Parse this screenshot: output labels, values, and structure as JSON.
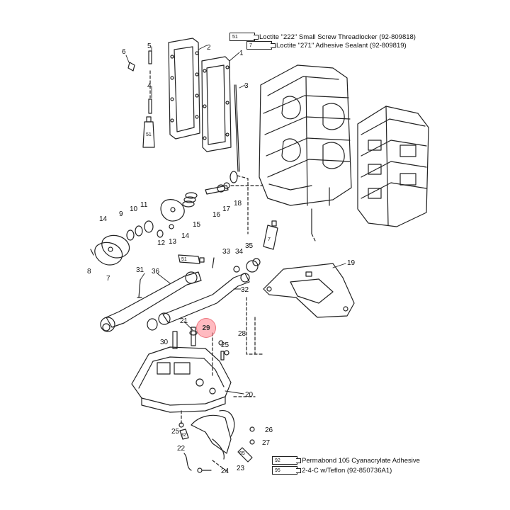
{
  "legend_top": [
    {
      "code": "51",
      "text": "Loctite \"222\" Small Screw Threadlocker  (92-809818)"
    },
    {
      "code": "7",
      "text": "Loctite \"271\" Adhesive Sealant  (92-809819)"
    }
  ],
  "legend_bottom": [
    {
      "code": "92",
      "text": "Permabond  105 Cyanacrylate Adhesive"
    },
    {
      "code": "95",
      "text": "2-4-C w/Teflon  (92-850736A1)"
    }
  ],
  "highlighted_callout": "29",
  "callouts": [
    {
      "id": "c1",
      "label": "1"
    },
    {
      "id": "c2",
      "label": "2"
    },
    {
      "id": "c3",
      "label": "3"
    },
    {
      "id": "c4",
      "label": "4"
    },
    {
      "id": "c5",
      "label": "5"
    },
    {
      "id": "c6",
      "label": "6"
    },
    {
      "id": "c7",
      "label": "7"
    },
    {
      "id": "c8",
      "label": "8"
    },
    {
      "id": "c9",
      "label": "9"
    },
    {
      "id": "c10",
      "label": "10"
    },
    {
      "id": "c11",
      "label": "11"
    },
    {
      "id": "c12",
      "label": "12"
    },
    {
      "id": "c13",
      "label": "13"
    },
    {
      "id": "c14a",
      "label": "14"
    },
    {
      "id": "c14b",
      "label": "14"
    },
    {
      "id": "c15",
      "label": "15"
    },
    {
      "id": "c16",
      "label": "16"
    },
    {
      "id": "c17",
      "label": "17"
    },
    {
      "id": "c18",
      "label": "18"
    },
    {
      "id": "c19",
      "label": "19"
    },
    {
      "id": "c20",
      "label": "20"
    },
    {
      "id": "c21",
      "label": "21"
    },
    {
      "id": "c22",
      "label": "22"
    },
    {
      "id": "c23",
      "label": "23"
    },
    {
      "id": "c24",
      "label": "24"
    },
    {
      "id": "c25a",
      "label": "25"
    },
    {
      "id": "c25b",
      "label": "25"
    },
    {
      "id": "c26",
      "label": "26"
    },
    {
      "id": "c27",
      "label": "27"
    },
    {
      "id": "c28",
      "label": "28"
    },
    {
      "id": "c30",
      "label": "30"
    },
    {
      "id": "c31",
      "label": "31"
    },
    {
      "id": "c32",
      "label": "32"
    },
    {
      "id": "c33",
      "label": "33"
    },
    {
      "id": "c34",
      "label": "34"
    },
    {
      "id": "c35",
      "label": "35"
    },
    {
      "id": "c36",
      "label": "36"
    }
  ],
  "tube_labels": [
    {
      "id": "t51a",
      "label": "51"
    },
    {
      "id": "t51b",
      "label": "51"
    },
    {
      "id": "t7",
      "label": "7"
    },
    {
      "id": "t95",
      "label": "95"
    },
    {
      "id": "t92",
      "label": "92"
    }
  ]
}
